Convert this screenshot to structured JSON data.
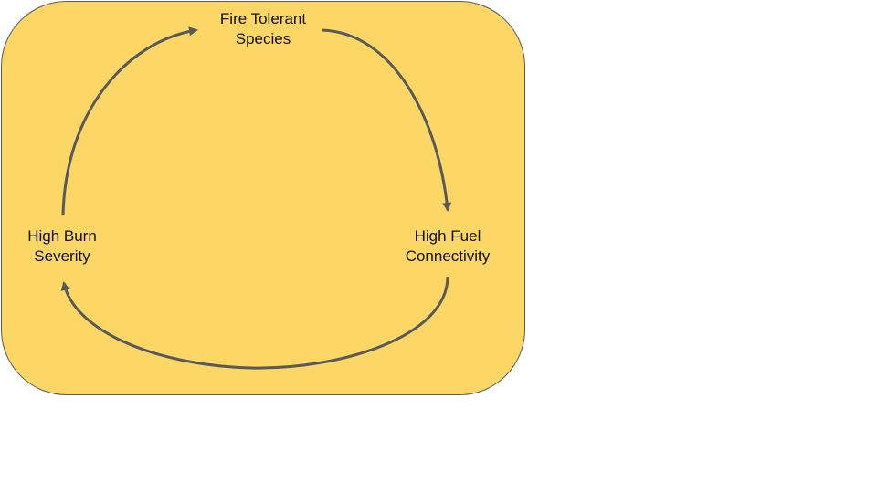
{
  "diagram": {
    "nodes": [
      {
        "id": "fire-tolerant-species",
        "line1": "Fire Tolerant",
        "line2": "Species"
      },
      {
        "id": "high-fuel-connectivity",
        "line1": "High Fuel",
        "line2": "Connectivity"
      },
      {
        "id": "high-burn-severity",
        "line1": "High Burn",
        "line2": "Severity"
      }
    ],
    "edges": [
      {
        "from": "fire-tolerant-species",
        "to": "high-fuel-connectivity"
      },
      {
        "from": "high-fuel-connectivity",
        "to": "high-burn-severity"
      },
      {
        "from": "high-burn-severity",
        "to": "fire-tolerant-species"
      }
    ],
    "colors": {
      "panel_fill": "#fcd766",
      "panel_border": "#595959",
      "arrow": "#595959",
      "text": "#111111"
    }
  }
}
